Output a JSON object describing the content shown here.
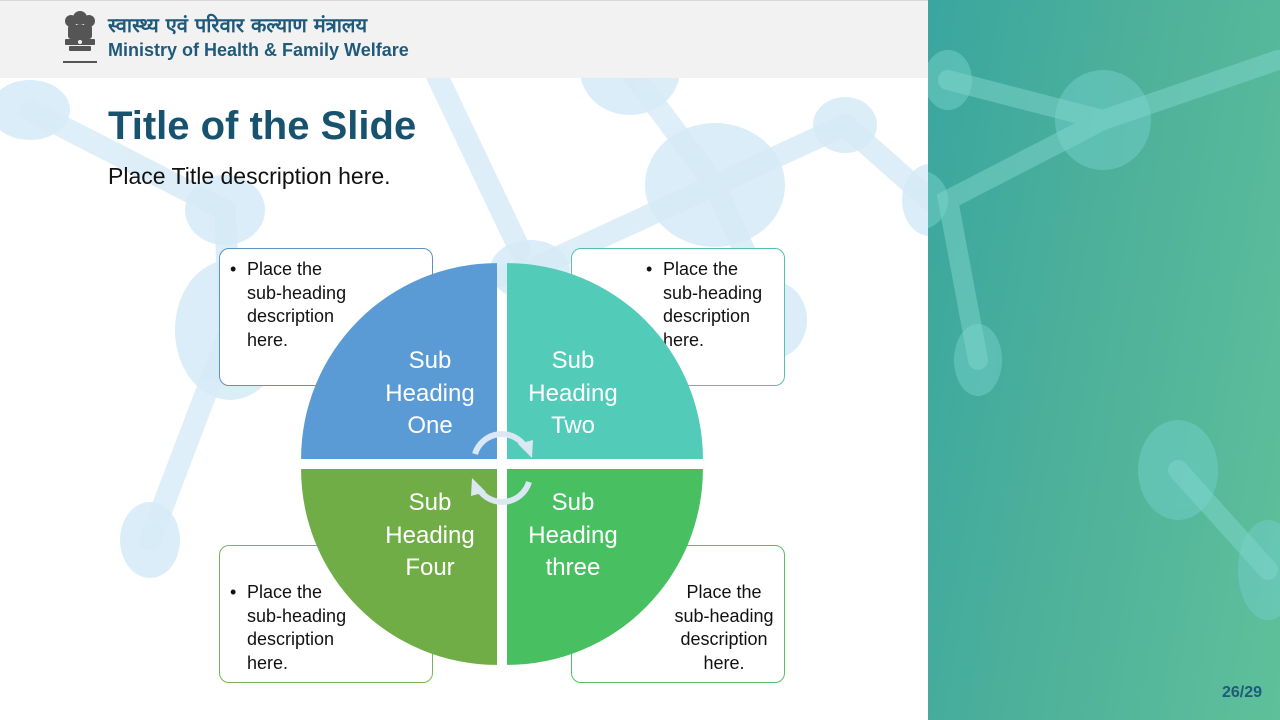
{
  "header": {
    "ministry_hindi": "स्वास्थ्य एवं परिवार कल्याण मंत्रालय",
    "ministry_english": "Ministry of Health & Family Welfare",
    "emblem_icon": "national-emblem-icon"
  },
  "slide": {
    "title": "Title of the Slide",
    "subtitle": "Place Title description here.",
    "page_number": "26/29"
  },
  "quadrants": [
    {
      "line1": "Sub",
      "line2": "Heading",
      "line3": "One",
      "color": "#5b9bd5",
      "description": [
        "Place the",
        "sub-heading",
        "description",
        "here."
      ]
    },
    {
      "line1": "Sub",
      "line2": "Heading",
      "line3": "Two",
      "color": "#52cbb9",
      "description": [
        "Place the",
        "sub-heading",
        "description",
        "here."
      ]
    },
    {
      "line1": "Sub",
      "line2": "Heading",
      "line3": "three",
      "color": "#48c062",
      "description": [
        "Place the",
        "sub-heading",
        "description",
        "here."
      ]
    },
    {
      "line1": "Sub",
      "line2": "Heading",
      "line3": "Four",
      "color": "#70ad47",
      "description": [
        "Place the",
        "sub-heading",
        "description",
        "here."
      ]
    }
  ],
  "colors": {
    "title": "#17536f",
    "panel_start": "#3aa6a0",
    "panel_end": "#5ec09a",
    "cycle_arrows": "#dbe7f3"
  }
}
